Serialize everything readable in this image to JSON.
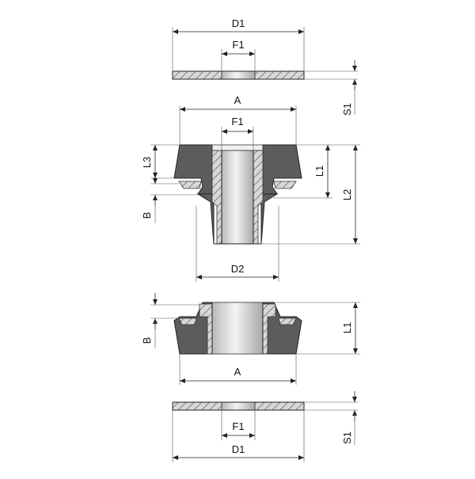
{
  "labels": {
    "d1": "D1",
    "f1": "F1",
    "s1": "S1",
    "a": "A",
    "l1": "L1",
    "l2": "L2",
    "l3": "L3",
    "b": "B",
    "d2": "D2"
  },
  "colors": {
    "rubber": "#5c5c5c",
    "hatch_fill": "#d8d8d8",
    "hatch_line": "#6a6a6a",
    "bore_light": "#f4f4f4",
    "bore_dark": "#b9b9b9",
    "line": "#222222"
  }
}
